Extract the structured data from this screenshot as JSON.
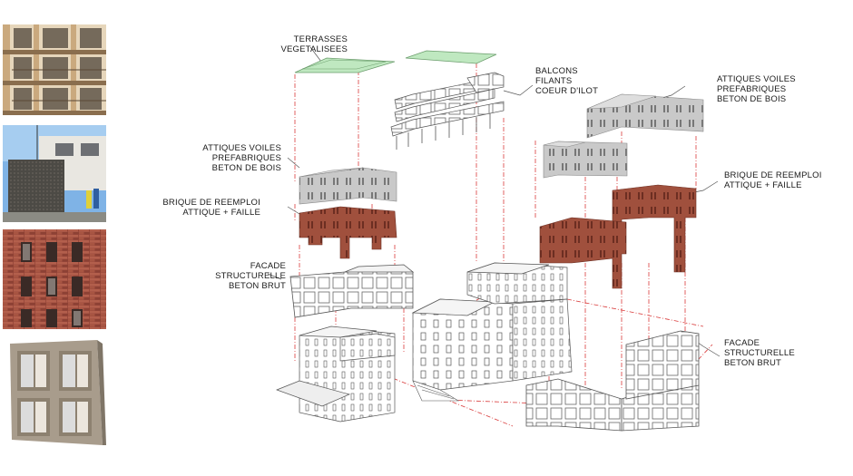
{
  "labels": {
    "terrasses": [
      "TERRASSES",
      "VEGETALISEES"
    ],
    "balcons": [
      "BALCONS",
      "FILANTS",
      "COEUR D'ILOT"
    ],
    "attiques_right": [
      "ATTIQUES VOILES",
      "PREFABRIQUES",
      "BETON DE BOIS"
    ],
    "attiques_left": [
      "ATTIQUES VOILES",
      "PREFABRIQUES",
      "BETON DE BOIS"
    ],
    "brique_left": [
      "BRIQUE DE REEMPLOI",
      "ATTIQUE + FAILLE"
    ],
    "brique_right": [
      "BRIQUE DE REEMPLOI",
      "ATTIQUE + FAILLE"
    ],
    "facade_left": [
      "FACADE",
      "STRUCTURELLE",
      "BETON BRUT"
    ],
    "facade_right": [
      "FACADE",
      "STRUCTURELLE",
      "BETON BRUT"
    ]
  },
  "colors": {
    "green_roof": "#bfe8c0",
    "grey_panel": "#c9c9c9",
    "brick": "#a0503d",
    "leader": "#d93a3a",
    "outline": "#555555"
  },
  "photos": [
    {
      "name": "balcony-photo",
      "icon": "balcony-facade-photo"
    },
    {
      "name": "prefab-panel-photo",
      "icon": "crane-panel-photo"
    },
    {
      "name": "brick-facade-photo",
      "icon": "brick-wall-photo"
    },
    {
      "name": "window-facade-render",
      "icon": "window-panel-render"
    }
  ]
}
